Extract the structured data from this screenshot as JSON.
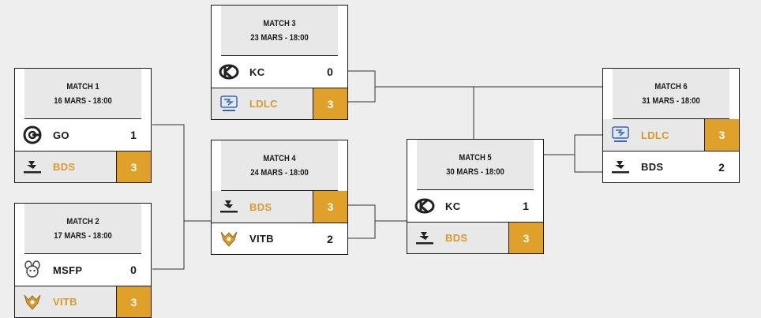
{
  "colors": {
    "winner_accent": "#e0a12a",
    "winner_text": "#d89a2c",
    "border": "#1a1a1a"
  },
  "matches": [
    {
      "title": "MATCH 1",
      "date": "16 MARS - 18:00",
      "teams": [
        {
          "name": "GO",
          "score": "1",
          "logo": "go-logo-icon",
          "winner": false
        },
        {
          "name": "BDS",
          "score": "3",
          "logo": "bds-logo-icon",
          "winner": true
        }
      ]
    },
    {
      "title": "MATCH 2",
      "date": "17 MARS - 18:00",
      "teams": [
        {
          "name": "MSFP",
          "score": "0",
          "logo": "msfp-logo-icon",
          "winner": false
        },
        {
          "name": "VITB",
          "score": "3",
          "logo": "vitb-logo-icon",
          "winner": true
        }
      ]
    },
    {
      "title": "MATCH 3",
      "date": "23 MARS - 18:00",
      "teams": [
        {
          "name": "KC",
          "score": "0",
          "logo": "kc-logo-icon",
          "winner": false
        },
        {
          "name": "LDLC",
          "score": "3",
          "logo": "ldlc-logo-icon",
          "winner": true
        }
      ]
    },
    {
      "title": "MATCH 4",
      "date": "24 MARS - 18:00",
      "teams": [
        {
          "name": "BDS",
          "score": "3",
          "logo": "bds-logo-icon",
          "winner": true
        },
        {
          "name": "VITB",
          "score": "2",
          "logo": "vitb-logo-icon",
          "winner": false
        }
      ]
    },
    {
      "title": "MATCH 5",
      "date": "30 MARS - 18:00",
      "teams": [
        {
          "name": "KC",
          "score": "1",
          "logo": "kc-logo-icon",
          "winner": false
        },
        {
          "name": "BDS",
          "score": "3",
          "logo": "bds-logo-icon",
          "winner": true
        }
      ]
    },
    {
      "title": "MATCH 6",
      "date": "31 MARS - 18:00",
      "teams": [
        {
          "name": "LDLC",
          "score": "3",
          "logo": "ldlc-logo-icon",
          "winner": true
        },
        {
          "name": "BDS",
          "score": "2",
          "logo": "bds-logo-icon",
          "winner": false
        }
      ]
    }
  ]
}
